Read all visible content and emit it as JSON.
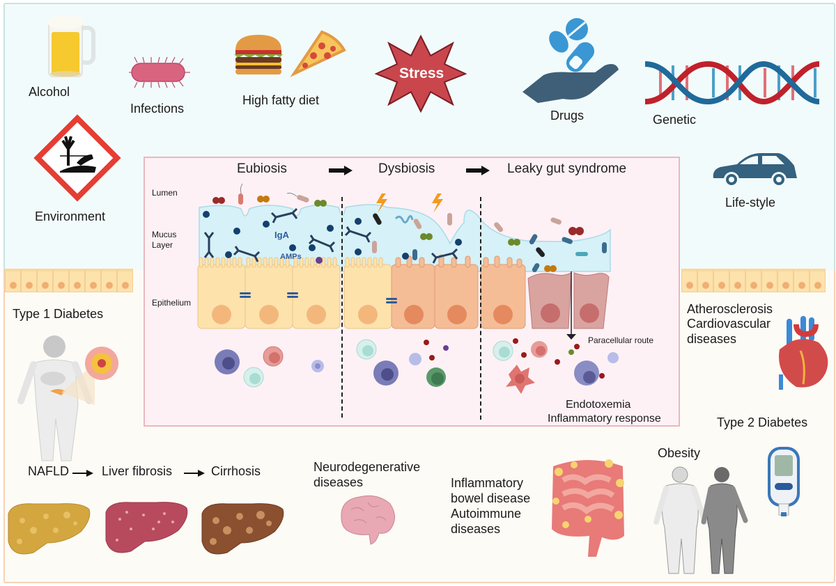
{
  "risk_factors": {
    "alcohol": "Alcohol",
    "infections": "Infections",
    "high_fatty_diet": "High fatty diet",
    "stress": "Stress",
    "drugs": "Drugs",
    "genetic": "Genetic",
    "environment": "Environment",
    "lifestyle": "Life-style"
  },
  "gut_diagram": {
    "stages": [
      "Eubiosis",
      "Dysbiosis",
      "Leaky gut syndrome"
    ],
    "layers": {
      "lumen": "Lumen",
      "mucus": "Mucus Layer",
      "mucus_line1": "Mucus",
      "mucus_line2": "Layer",
      "epithelium": "Epithelium"
    },
    "molecules": {
      "iga": "IgA",
      "amps": "AMPs"
    },
    "paracellular": "Paracellular route",
    "outcome_line1": "Endotoxemia",
    "outcome_line2": "Inflammatory response"
  },
  "diseases": {
    "type1_diabetes": "Type 1 Diabetes",
    "atherosclerosis": "Atherosclerosis",
    "cardiovascular": "Cardiovascular",
    "cardio_diseases": "diseases",
    "type2_diabetes": "Type 2 Diabetes",
    "liver_progression": [
      "NAFLD",
      "Liver fibrosis",
      "Cirrhosis"
    ],
    "neuro_line1": "Neurodegenerative",
    "neuro_line2": "diseases",
    "ibd_line1": "Inflammatory",
    "ibd_line2": "bowel disease",
    "ibd_line3": "Autoimmune",
    "ibd_line4": "diseases",
    "obesity": "Obesity"
  },
  "colors": {
    "top_bg": "#f2fbfb",
    "bottom_bg": "#fdfbf6",
    "center_bg": "#fdf1f6",
    "stress_red": "#c9464d",
    "drug_blue": "#3a97d3",
    "hand_slate": "#3f5f78",
    "dna_red": "#c0212b",
    "dna_blue": "#1f6a9a",
    "hazard_red": "#e53d33",
    "car_blue": "#34627f",
    "mucus_blue": "#d6f1f7",
    "epi_yellow": "#fde2ac",
    "epi_orange": "#f4bd96",
    "epi_damaged": "#d9a3a0"
  }
}
